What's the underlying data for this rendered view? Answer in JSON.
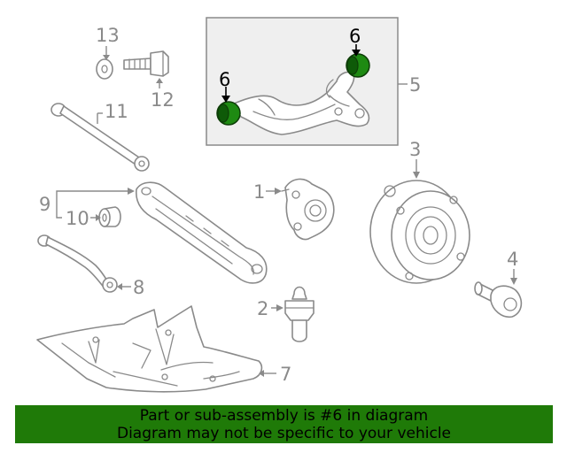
{
  "diagram": {
    "callouts": {
      "c1": "1",
      "c2": "2",
      "c3": "3",
      "c4": "4",
      "c5": "5",
      "c6a": "6",
      "c6b": "6",
      "c7": "7",
      "c8": "8",
      "c9": "9",
      "c10": "10",
      "c11": "11",
      "c12": "12",
      "c13": "13"
    },
    "highlight_color": "#1e8a12"
  },
  "banner": {
    "line1": "Part or sub-assembly is #6 in diagram",
    "line2": "Diagram may not be specific to your vehicle",
    "background": "#1f7a08"
  }
}
